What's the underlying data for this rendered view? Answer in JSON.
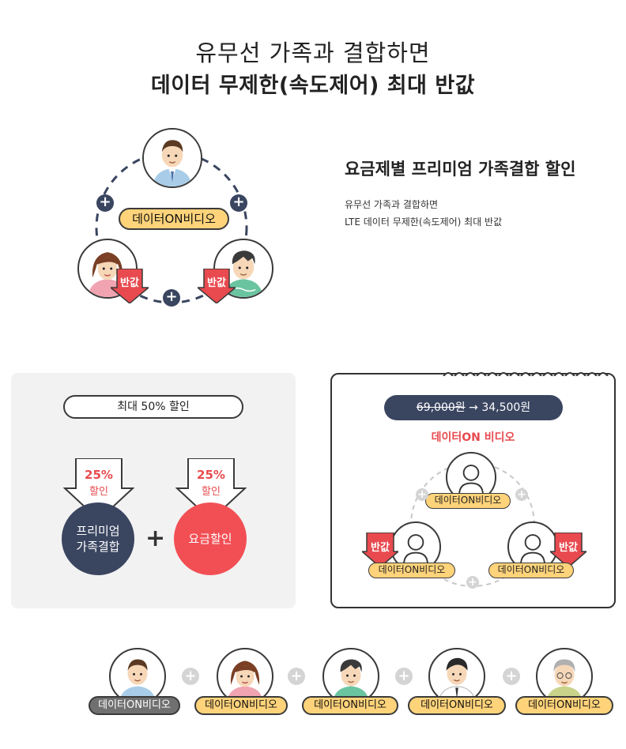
{
  "headline": {
    "line1": "유무선 가족과 결합하면",
    "line2": "데이터 무제한(속도제어) 최대 반값"
  },
  "diagram1": {
    "center_pill": "데이터ON비디오",
    "badge_left": "반값",
    "badge_right": "반값",
    "plus": "+"
  },
  "promo": {
    "title": "요금제별 프리미엄 가족결합 할인",
    "line1": "유무선 가족과 결합하면",
    "line2": "LTE 데이터 무제한(속도제어) 최대 반값"
  },
  "discount_card": {
    "max_label": "최대 50% 할인",
    "left_arrow_pct": "25%",
    "left_arrow_label": "할인",
    "right_arrow_pct": "25%",
    "right_arrow_label": "할인",
    "left_circle_line1": "프리미엄",
    "left_circle_line2": "가족결합",
    "right_circle": "요금할인",
    "plus": "+"
  },
  "price_card": {
    "old_price": "69,000원",
    "arrow": "→",
    "new_price": "34,500원",
    "plan_name": "데이터ON 비디오",
    "top_pill": "데이터ON비디오",
    "left_pill": "데이터ON비디오",
    "right_pill": "데이터ON비디오",
    "badge_left": "반값",
    "badge_right": "반값"
  },
  "bottom_row": {
    "pills": [
      "데이터ON비디오",
      "데이터ON비디오",
      "데이터ON비디오",
      "데이터ON비디오",
      "데이터ON비디오"
    ]
  },
  "colors": {
    "navy": "#3a4560",
    "red": "#e84a4f",
    "yellow": "#ffd37a",
    "grey_bg": "#f2f2f2"
  }
}
